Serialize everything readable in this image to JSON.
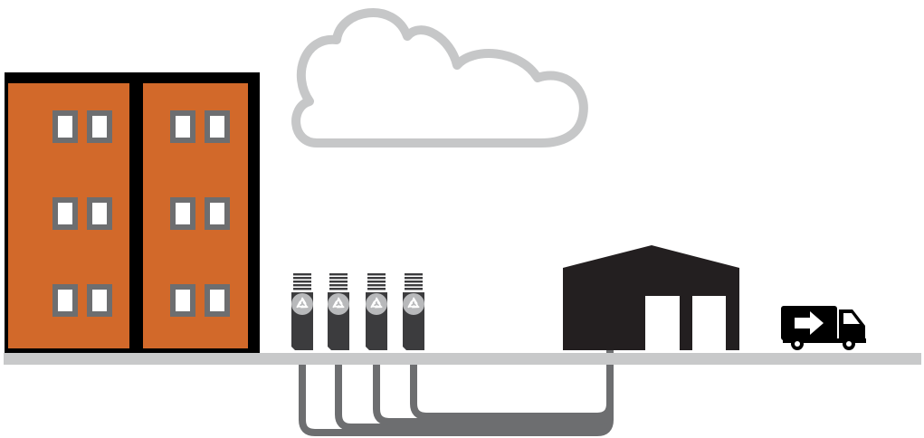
{
  "colors": {
    "background": "#ffffff",
    "building_fill": "#d2692a",
    "building_outline": "#000000",
    "window_frame": "#6d6e70",
    "window_pane": "#ffffff",
    "cloud_stroke": "#c6c7c8",
    "ground": "#c8c9ca",
    "pipe": "#6d6e70",
    "bin": "#3c3c3e",
    "recycle_disc": "#b8b9bb",
    "warehouse": "#231f20",
    "truck": "#000000"
  },
  "icons": {
    "apartment_building": "apartment-building-icon",
    "cloud": "cloud-icon",
    "recycling_bin": "recycling-bin-icon",
    "recycle_symbol": "recycle-symbol-icon",
    "warehouse": "warehouse-icon",
    "truck": "delivery-truck-icon",
    "truck_arrow": "arrow-right-icon",
    "pipes": "underground-pipe-icon"
  },
  "counts": {
    "recycling_bins": 4,
    "building_window_pairs_per_side": 3,
    "warehouse_doors": 2
  }
}
